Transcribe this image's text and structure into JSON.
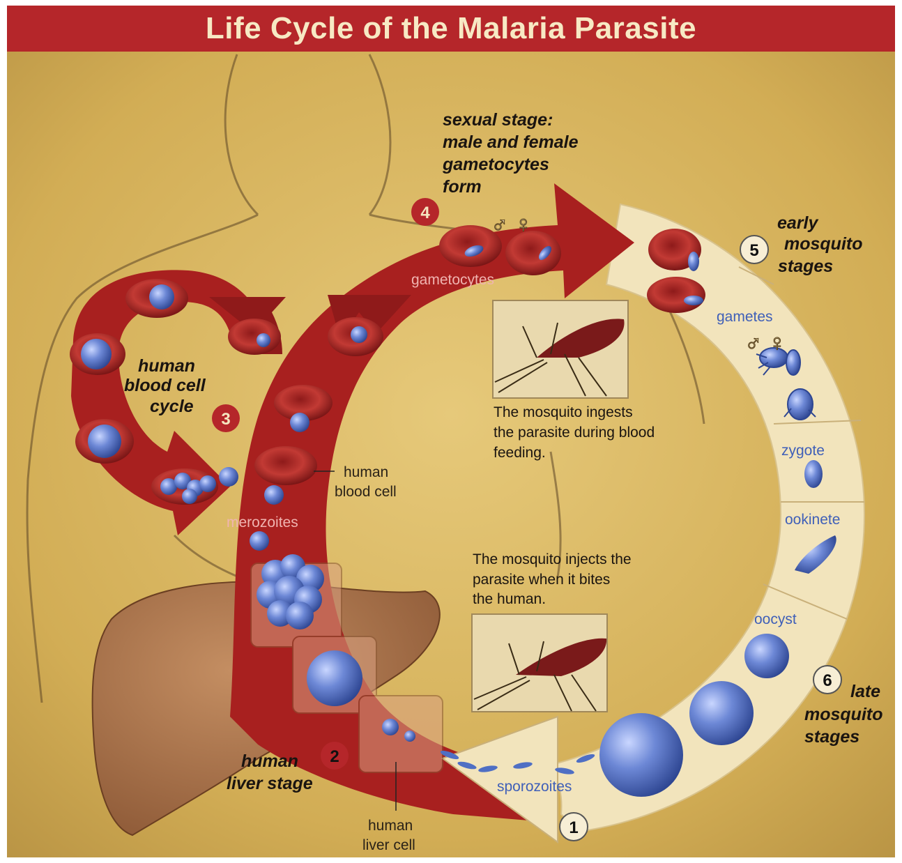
{
  "title": "Life Cycle of the Malaria Parasite",
  "stages": {
    "s1": {
      "number": "1"
    },
    "s2": {
      "number": "2",
      "label_line1": "human",
      "label_line2": "liver stage"
    },
    "s3": {
      "number": "3",
      "label_line1": "human",
      "label_line2": "blood cell",
      "label_line3": "cycle"
    },
    "s4": {
      "number": "4",
      "label_line1": "sexual stage:",
      "label_line2": "male and female",
      "label_line3": "gametocytes",
      "label_line4": "form"
    },
    "s5": {
      "number": "5",
      "label_line1": "early",
      "label_line2": "mosquito",
      "label_line3": "stages"
    },
    "s6": {
      "number": "6",
      "label_line1": "late",
      "label_line2": "mosquito",
      "label_line3": "stages"
    }
  },
  "labels": {
    "gametocytes": "gametocytes",
    "gametes": "gametes",
    "zygote": "zygote",
    "ookinete": "ookinete",
    "oocyst": "oocyst",
    "sporozoites": "sporozoites",
    "merozoites": "merozoites",
    "blood_cell_line1": "human",
    "blood_cell_line2": "blood cell",
    "liver_cell_line1": "human",
    "liver_cell_line2": "liver cell",
    "male_symbol": "♂",
    "female_symbol": "♀"
  },
  "captions": {
    "ingest_line1": "The mosquito ingests",
    "ingest_line2": "the parasite during blood",
    "ingest_line3": "feeding.",
    "inject_line1": "The mosquito injects the",
    "inject_line2": "parasite when it bites",
    "inject_line3": "the human."
  },
  "colors": {
    "title_bg": "#b5262a",
    "red_arrow": "#a8201f",
    "parchment": "#d9b862",
    "ring": "#f2e4bc",
    "parasite_blue": "#4f6fc4",
    "liver": "#a8744c"
  }
}
